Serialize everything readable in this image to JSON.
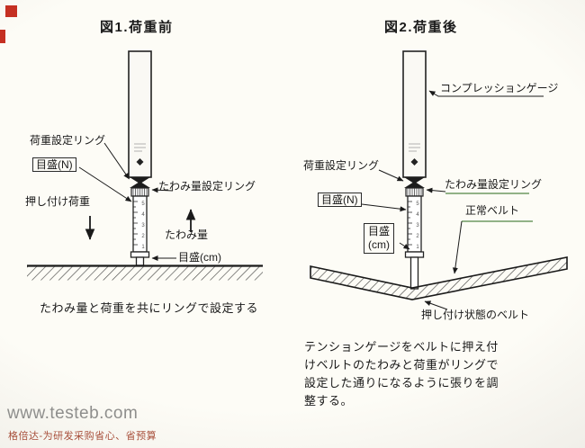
{
  "page": {
    "background_center": "#fdfcf6",
    "background_edge": "#c9c8c3",
    "accent_red": "#c53022",
    "line_color": "#1a1a1a",
    "green_line": "#6f9a62"
  },
  "fig1": {
    "title": "図1.荷重前",
    "labels": {
      "load_ring": "荷重設定リング",
      "scale_n": "目盛(N)",
      "deflection_ring": "たわみ量設定リング",
      "press_load": "押し付け荷重",
      "deflection": "たわみ量",
      "scale_cm": "目盛(cm)"
    },
    "ruler_numbers": [
      "5",
      "4",
      "3",
      "2",
      "1"
    ],
    "caption": "たわみ量と荷重を共にリングで設定する"
  },
  "fig2": {
    "title": "図2.荷重後",
    "labels": {
      "compression_gauge": "コンプレッションゲージ",
      "load_ring": "荷重設定リング",
      "deflection_ring": "たわみ量設定リング",
      "scale_n": "目盛(N)",
      "normal_belt": "正常ベルト",
      "scale_cm_line1": "目盛",
      "scale_cm_line2": "(cm)",
      "pressed_belt": "押し付け状態のベルト"
    },
    "ruler_numbers": [
      "5",
      "4",
      "3",
      "2",
      "1"
    ],
    "caption_lines": [
      "テンションゲージをベルトに押え付",
      "けベルトのたわみと荷重がリングで",
      "設定した通りになるように張りを調",
      "整する。"
    ]
  },
  "watermark": {
    "url": "www.testeb.com",
    "slogan": "格倍达-为研发采购省心、省预算"
  }
}
